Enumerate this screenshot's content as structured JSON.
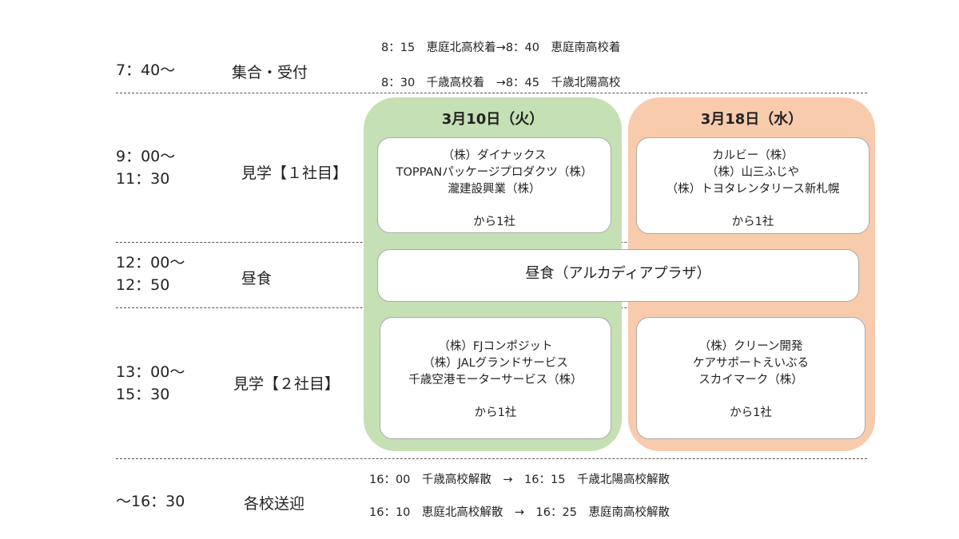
{
  "rows": [
    {
      "time": "7：40～",
      "label": "集合・受付"
    },
    {
      "time": [
        "9：00～",
        "11：30"
      ],
      "label": "見学【１社目】"
    },
    {
      "time": [
        "12：00～",
        "12：50"
      ],
      "label": "昼食"
    },
    {
      "time": [
        "13：00～",
        "15：30"
      ],
      "label": "見学【２社目】"
    },
    {
      "time": "～16：30",
      "label": "各校送迎"
    }
  ],
  "arrival_notes": [
    "8：15　恵庭北高校着→8：40　恵庭南高校着",
    "8：30　千歳高校着　→8：45　千歳北陽高校"
  ],
  "departure_notes": [
    "16：00　千歳高校解散　→　16：15　千歳北陽高校解散",
    "16：10　恵庭北高校解散　→　16：25　恵庭南高校解散"
  ],
  "days": [
    {
      "header": "3月10日（火）",
      "color": "#c5e0b4",
      "first": [
        "（株）ダイナックス",
        "TOPPANパッケージプロダクツ（株）",
        "瀧建設興業（株）"
      ],
      "second": [
        "（株）FJコンポジット",
        "（株）JALグランドサービス",
        "千歳空港モーターサービス（株）"
      ]
    },
    {
      "header": "3月18日（水）",
      "color": "#f8cbad",
      "first": [
        "カルビー（株）",
        "（株）山三ふじや",
        "（株）トヨタレンタリース新札幌"
      ],
      "second": [
        "（株）クリーン開発",
        "ケアサポートえいぶる",
        "スカイマーク（株）"
      ]
    }
  ],
  "pick_one": "から1社",
  "lunch": "昼食（アルカディアプラザ）"
}
